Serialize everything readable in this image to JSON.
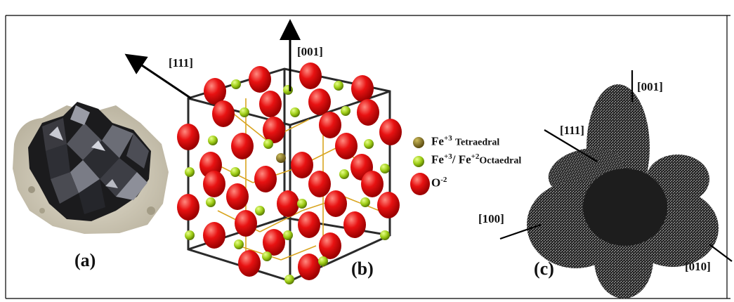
{
  "panels": {
    "a": {
      "label": "(a)"
    },
    "b": {
      "label": "(b)",
      "axes": {
        "z": "[001]",
        "diag": "[111]"
      },
      "legend": [
        {
          "ion": "Fe",
          "charge": "+3",
          "site": "Tetraedral",
          "color": "#7a6a1e"
        },
        {
          "ion": "Fe",
          "charge": "+3",
          "ion2": "/ Fe",
          "charge2": "+2",
          "site": "Octaedral",
          "color": "#a8d41a"
        },
        {
          "ion": "O",
          "charge": "-2",
          "site": "",
          "color": "#e01010"
        }
      ]
    },
    "c": {
      "label": "(c)",
      "axes": {
        "z": "[001]",
        "diag": "[111]",
        "x": "[100]",
        "y": "[010]"
      }
    }
  },
  "colors": {
    "oxygen": "#e01010",
    "fe_oct": "#a8d41a",
    "fe_tet": "#7a6a1e",
    "crystal": "#2a2a2a",
    "rock": "#d8d4c6"
  }
}
